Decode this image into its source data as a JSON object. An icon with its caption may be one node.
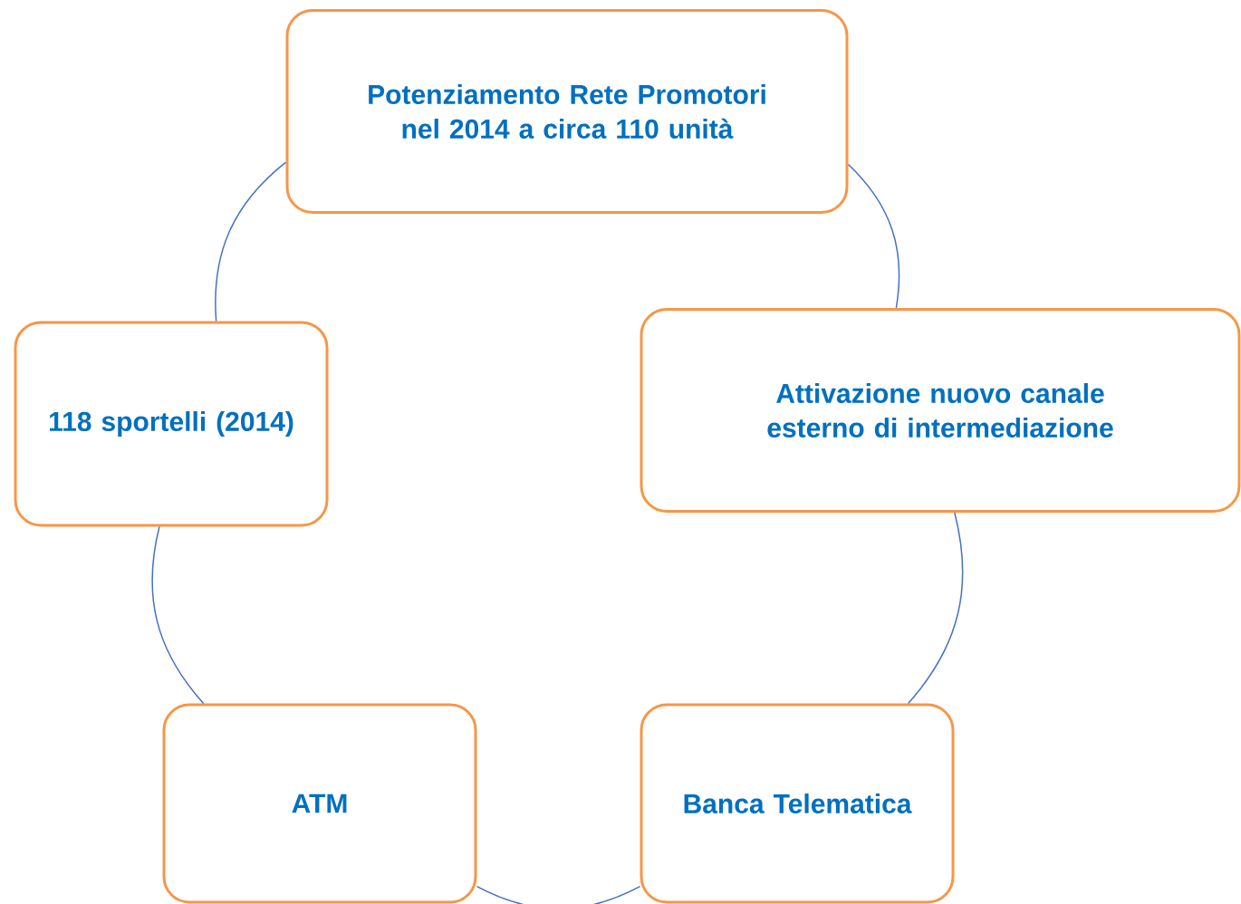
{
  "diagram": {
    "nodes": [
      {
        "text": [
          "Potenziamento Rete Promotori nel 2014 a circa 110 unità"
        ]
      },
      {
        "text": [
          "118 sportelli (2014)"
        ]
      },
      {
        "text": [
          "Attivazione nuovo canale esterno di intermediazione"
        ]
      },
      {
        "text": [
          "ATM"
        ]
      },
      {
        "text": [
          "Banca Telematica"
        ]
      }
    ],
    "edges": [
      {
        "from": 1,
        "to": 0,
        "arrow": "none"
      },
      {
        "from": 0,
        "to": 2,
        "arrow": "none"
      },
      {
        "from": 2,
        "to": 4,
        "arrow": "none"
      },
      {
        "from": 4,
        "to": 3,
        "arrow": "none"
      },
      {
        "from": 3,
        "to": 1,
        "arrow": "none"
      }
    ]
  }
}
